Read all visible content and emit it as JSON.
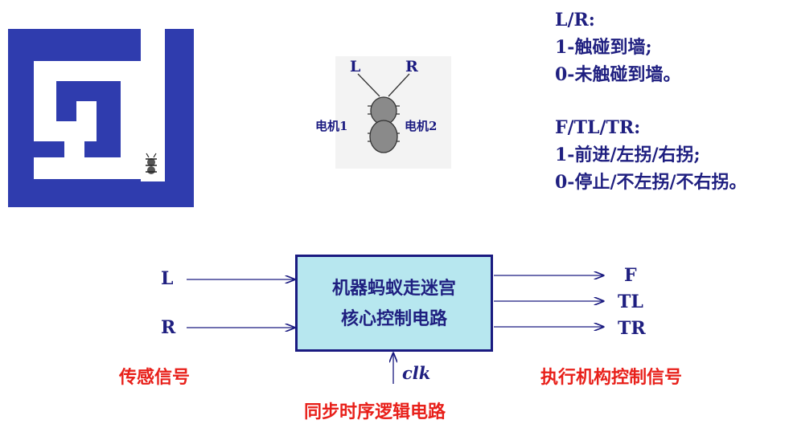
{
  "robot": {
    "left_label": "L",
    "right_label": "R",
    "motor1_label": "电机1",
    "motor2_label": "电机2"
  },
  "legend": {
    "lr_title": "L/R:",
    "lr_line1": "1-触碰到墙;",
    "lr_line2": "0-未触碰到墙。",
    "ftltr_title": "F/TL/TR:",
    "ftltr_line1": "1-前进/左拐/右拐;",
    "ftltr_line2": "0-停止/不左拐/不右拐。"
  },
  "block": {
    "line1": "机器蚂蚁走迷宫",
    "line2": "核心控制电路"
  },
  "inputs": {
    "l": "L",
    "r": "R"
  },
  "outputs": {
    "f": "F",
    "tl": "TL",
    "tr": "TR"
  },
  "clock_label": "clk",
  "captions": {
    "sensor": "传感信号",
    "actuator": "执行机构控制信号",
    "circuit": "同步时序逻辑电路"
  },
  "colors": {
    "maze_wall": "#2f3cae",
    "box_fill": "#b7e7ef",
    "text": "#1f1f80",
    "caption_red": "#e8201a"
  }
}
